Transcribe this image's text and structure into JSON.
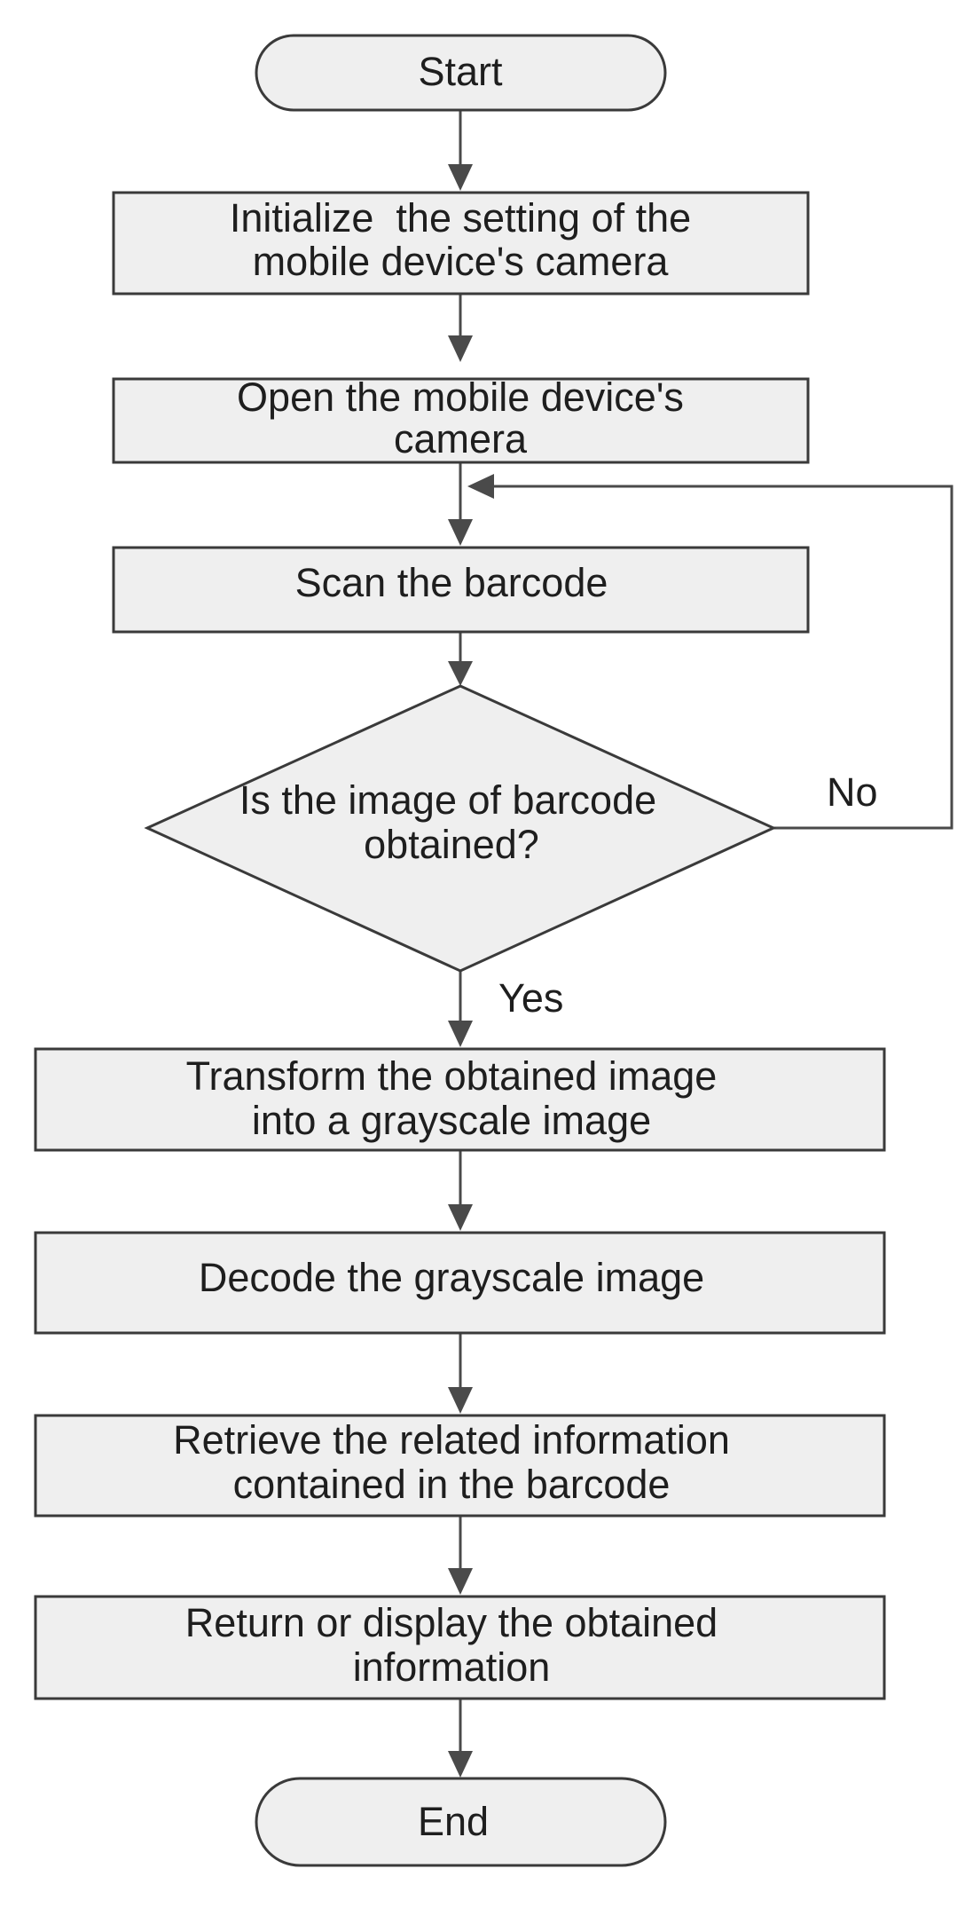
{
  "flowchart": {
    "start": "Start",
    "init_line1": "Initialize  the setting of the",
    "init_line2": "mobile device's camera",
    "open_line1": "Open the mobile device's",
    "open_line2": "camera",
    "scan": "Scan the barcode",
    "decision_line1": "Is the image of barcode",
    "decision_line2": "obtained?",
    "no_label": "No",
    "yes_label": "Yes",
    "transform_line1": "Transform the obtained image",
    "transform_line2": "into a grayscale image",
    "decode": "Decode the grayscale image",
    "retrieve_line1": "Retrieve the related information",
    "retrieve_line2": "contained in the barcode",
    "return_line1": "Return or display the obtained",
    "return_line2": "information",
    "end": "End"
  },
  "colors": {
    "shape_fill": "#efefef",
    "shape_stroke": "#3a3a3a",
    "text": "#1e1e1e"
  }
}
